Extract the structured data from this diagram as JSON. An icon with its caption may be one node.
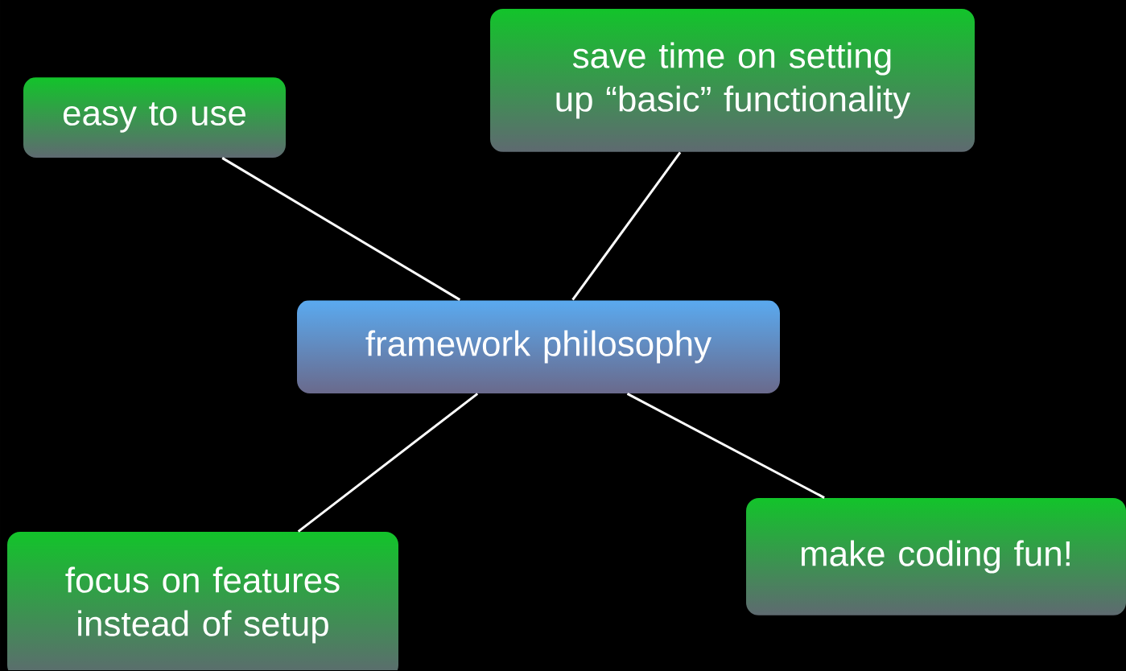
{
  "diagram": {
    "nodes": [
      {
        "text": [
          "framework philosophy"
        ]
      },
      {
        "text": [
          "easy to use"
        ]
      },
      {
        "text": [
          "save time on setting up “basic” functionality"
        ]
      },
      {
        "text": [
          "focus on features instead of setup"
        ]
      },
      {
        "text": [
          "make coding fun!"
        ]
      }
    ],
    "edges": [
      {
        "from": 0,
        "to": 1,
        "arrow": "none"
      },
      {
        "from": 0,
        "to": 2,
        "arrow": "none"
      },
      {
        "from": 0,
        "to": 3,
        "arrow": "none"
      },
      {
        "from": 0,
        "to": 4,
        "arrow": "none"
      }
    ]
  }
}
